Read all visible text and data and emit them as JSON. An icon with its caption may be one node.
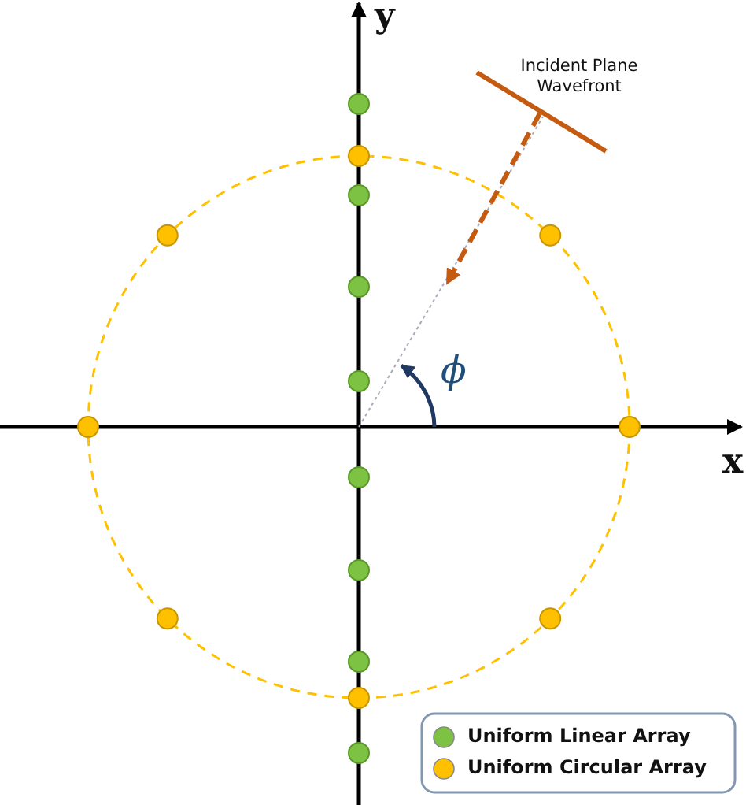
{
  "diagram": {
    "labels": [
      "y",
      "Incident Plane Wavefront",
      "ϕ",
      "x"
    ],
    "legend": [
      {
        "text": "Uniform Linear Array",
        "color": "#7dc243"
      },
      {
        "text": "Uniform Circular Array",
        "color": "#ffc000"
      }
    ]
  }
}
